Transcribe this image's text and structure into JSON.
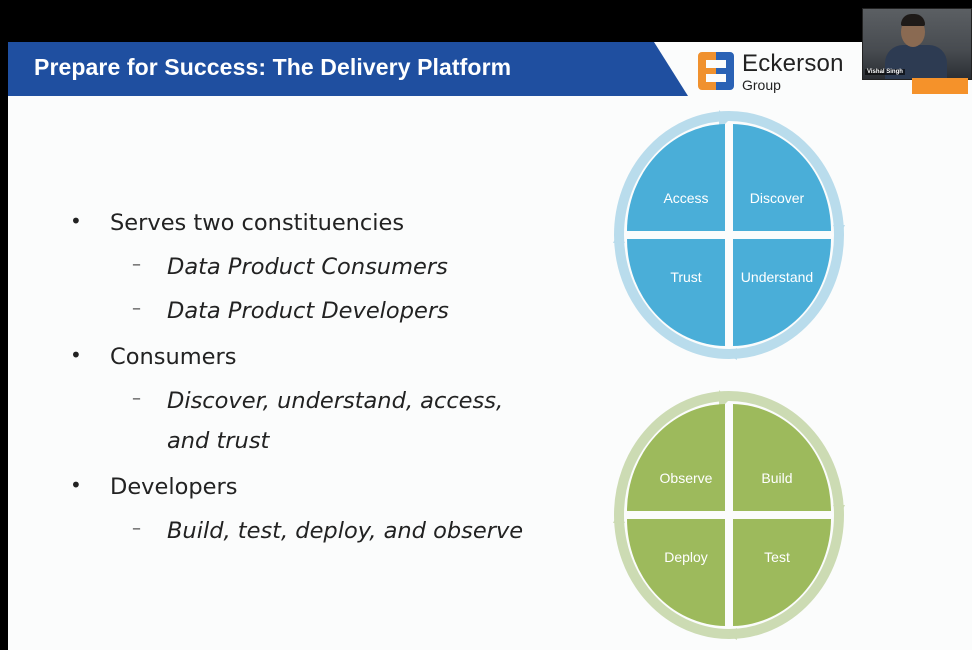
{
  "slide": {
    "title": "Prepare for Success: The Delivery Platform",
    "brand": {
      "name": "Eckerson",
      "sub": "Group",
      "colors": {
        "orange": "#f0912e",
        "blue": "#2a62b5"
      }
    },
    "bullets": [
      {
        "text": "Serves two constituencies",
        "subs": [
          "Data Product Consumers",
          "Data Product Developers"
        ]
      },
      {
        "text": "Consumers",
        "subs": [
          "Discover, understand, access,",
          "and trust"
        ]
      },
      {
        "text": "Developers",
        "subs": [
          "Build, test, deploy, and observe"
        ]
      }
    ],
    "cycles": [
      {
        "color": "#4aaed8",
        "ring": "#b9dcec",
        "labels": [
          "Access",
          "Discover",
          "Trust",
          "Understand"
        ]
      },
      {
        "color": "#9dba5c",
        "ring": "#ccdbb3",
        "labels": [
          "Observe",
          "Build",
          "Deploy",
          "Test"
        ]
      }
    ]
  },
  "webcam": {
    "name": "Vishal Singh",
    "accent": "#f5922a"
  }
}
